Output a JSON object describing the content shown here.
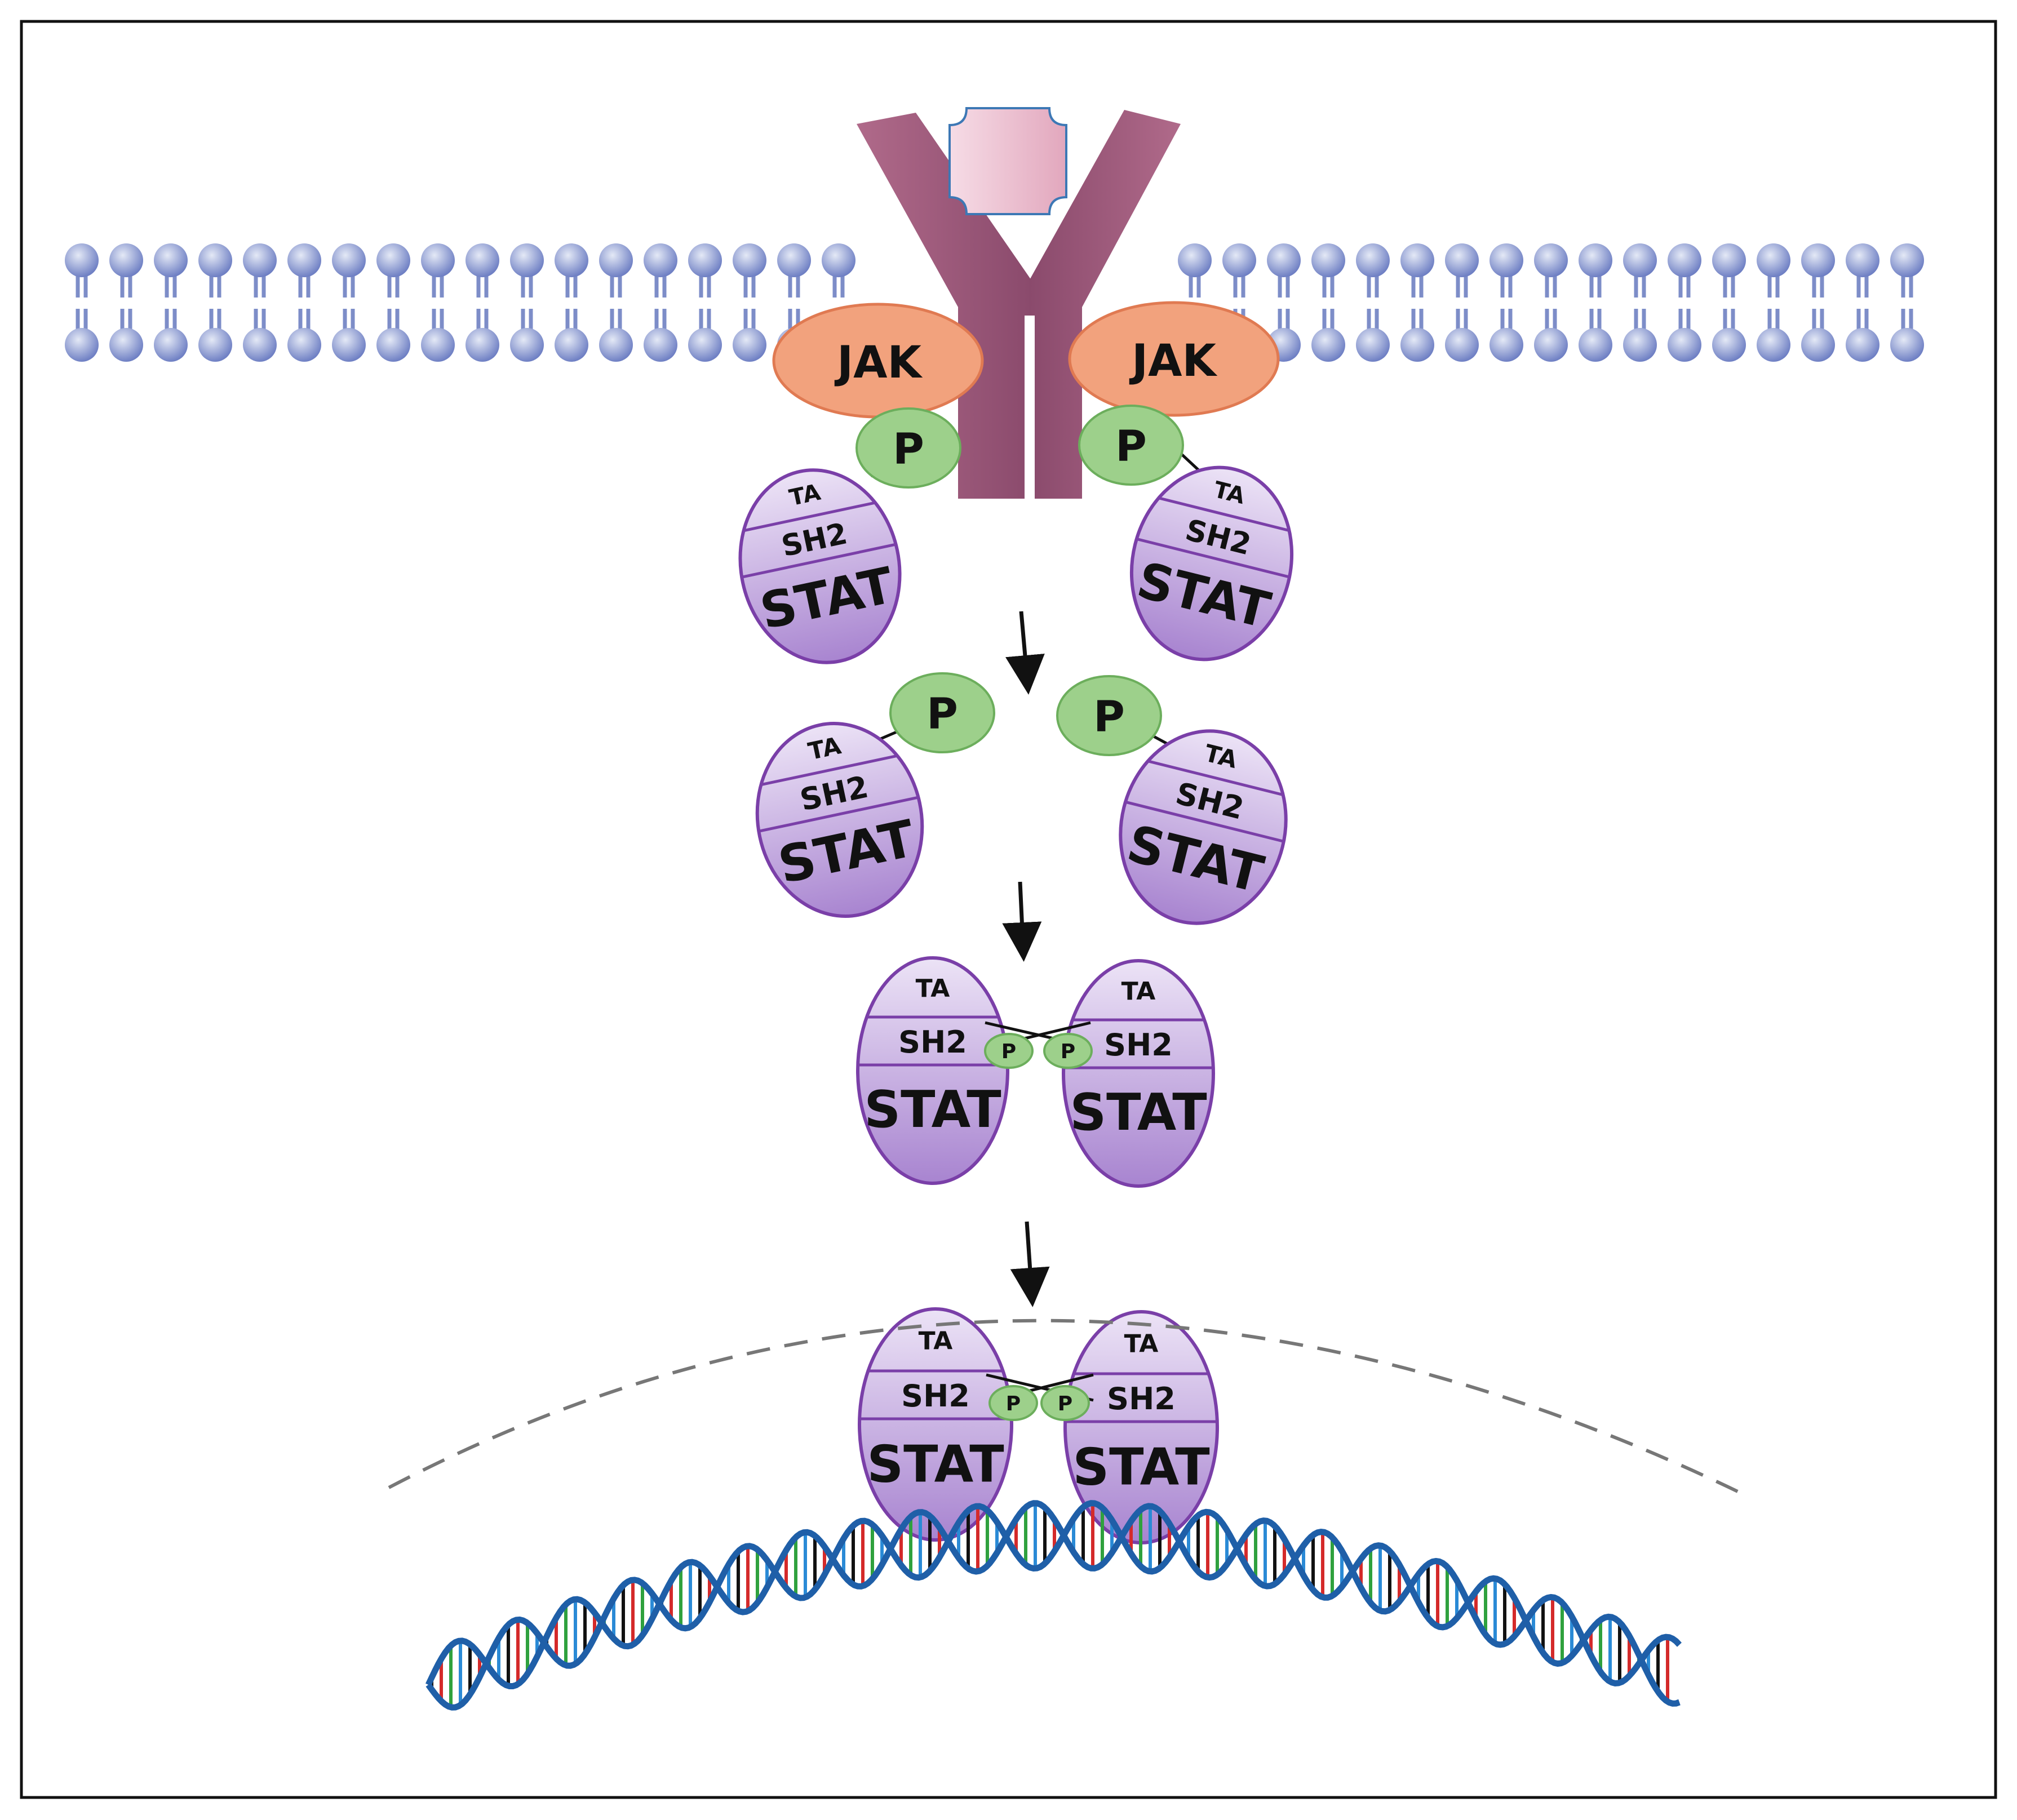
{
  "labels": {
    "jak": "JAK",
    "phospho": "P",
    "ta": "TA",
    "sh2": "SH2",
    "stat": "STAT"
  },
  "colors": {
    "frame": "#111111",
    "lipid_head_light": "#e4e9f6",
    "lipid_head_dark": "#6f80c4",
    "lipid_tail": "#7d8dc8",
    "receptor": "#b06a8a",
    "receptor_dark": "#7b3f5e",
    "ligand_light": "#f6dce6",
    "ligand_dark": "#e2a7bd",
    "ligand_stroke": "#3d78b5",
    "jak_fill": "#f2a27d",
    "jak_stroke": "#e07a52",
    "phospho_fill": "#9dd08b",
    "phospho_stroke": "#6cae5c",
    "stat_light": "#ece3f6",
    "stat_dark": "#a884d0",
    "stat_stroke": "#7a3fa8",
    "nucleus_border": "#777777",
    "dna_strand": "#1f5fa8",
    "dna_bases": [
      "#111111",
      "#d42a2a",
      "#2fa13e",
      "#2a8ad6"
    ]
  },
  "icons": {
    "arrow": "down-arrow-icon"
  }
}
